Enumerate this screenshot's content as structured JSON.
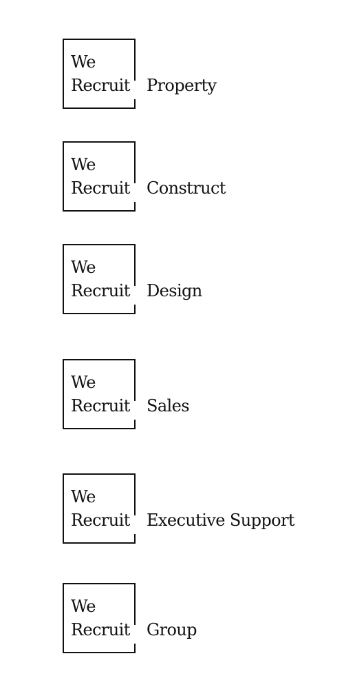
{
  "brand": {
    "line1": "We",
    "line2": "Recruit"
  },
  "divisions": [
    "Property",
    "Construct",
    "Design",
    "Sales",
    "Executive Support",
    "Group"
  ]
}
